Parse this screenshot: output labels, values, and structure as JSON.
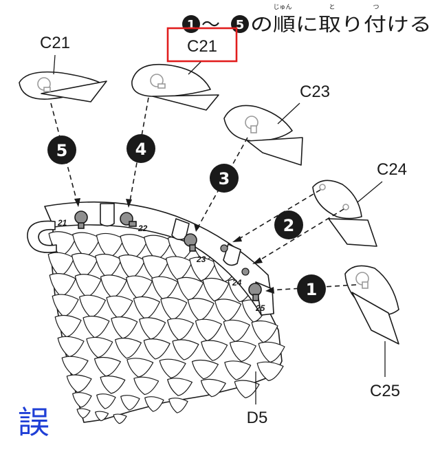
{
  "title": {
    "step_from": "1",
    "range_mark": "〜",
    "step_to": "5",
    "text": "の順に取り付ける",
    "ruby_jun": "じゅん",
    "ruby_to": "と",
    "ruby_tsu": "つ"
  },
  "highlighted_callout": "C21",
  "highlight_color": "#e11d1d",
  "error_mark": {
    "text": "誤",
    "color": "#1f3fd6"
  },
  "callouts": {
    "c21": "C21",
    "c23": "C23",
    "c24": "C24",
    "c25": "C25",
    "d5": "D5"
  },
  "steps": [
    "1",
    "2",
    "3",
    "4",
    "5"
  ],
  "peg_numbers": [
    "21",
    "22",
    "23",
    "24",
    "25"
  ],
  "icons": {
    "step_badge": "black-circle-number",
    "peg": "grey-round-peg",
    "socket": "light-grey-socket"
  }
}
